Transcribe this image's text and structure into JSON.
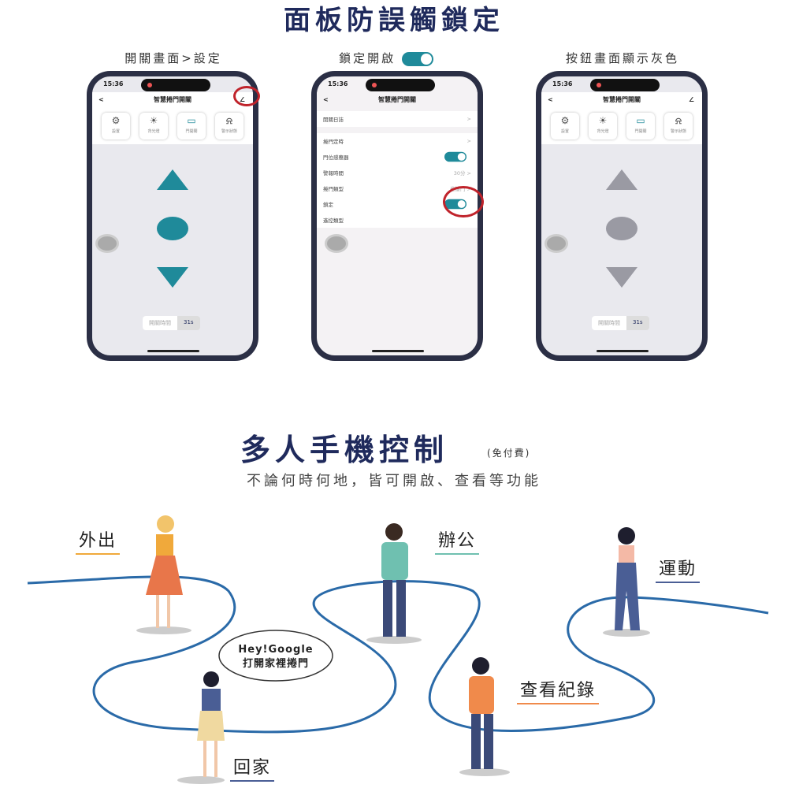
{
  "section1": {
    "title": "面板防誤觸鎖定",
    "captions": [
      "開關畫面>設定",
      "鎖定開啟",
      "按鈕畫面顯示灰色"
    ],
    "phone": {
      "time": "15:36",
      "title": "智慧捲門開關",
      "back": "<",
      "edit": "∠",
      "tiles": [
        {
          "icon": "⚙",
          "label": "設置"
        },
        {
          "icon": "☀",
          "label": "背光燈"
        },
        {
          "icon": "▭",
          "label": "門開關"
        },
        {
          "icon": "⍾",
          "label": "警示狀態"
        }
      ],
      "pill_label": "開關時間",
      "pill_value": "31s"
    },
    "settings": {
      "rows": [
        {
          "label": "開關日誌",
          "value": ">"
        },
        {
          "label": "捲門定時",
          "value": ">"
        },
        {
          "label": "門位感應器",
          "toggle": true
        },
        {
          "label": "警報時間",
          "value": "30分 >"
        },
        {
          "label": "捲門類型",
          "value": "卷簾門 >"
        },
        {
          "label": "鎖定",
          "toggle": true
        },
        {
          "label": "遙控類型",
          "value": ""
        }
      ]
    },
    "colors": {
      "accent": "#1f8a9a",
      "navy": "#1f2a5c",
      "highlight": "#c0232b",
      "disabled": "#9a9aa3"
    }
  },
  "section2": {
    "title": "多人手機控制",
    "title_note": "(免付費)",
    "subtitle": "不論何時何地，皆可開啟、查看等功能",
    "labels": {
      "out": "外出",
      "office": "辦公",
      "sport": "運動",
      "home": "回家",
      "log": "查看紀錄"
    },
    "speech": [
      "Hey!Google",
      "打開家裡捲門"
    ],
    "colors": {
      "path": "#2a6aa8"
    }
  }
}
